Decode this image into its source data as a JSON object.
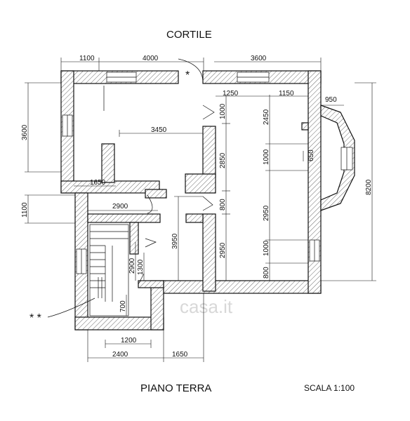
{
  "labels": {
    "top": "CORTILE",
    "bottom": "PIANO TERRA",
    "scale": "SCALA  1:100",
    "star": "*",
    "double_star": "* *",
    "watermark": "casa.it"
  },
  "dimensions": {
    "top_1100": "1100",
    "top_4000": "4000",
    "top_3600": "3600",
    "d_1250": "1250",
    "d_1150": "1150",
    "d_950": "950",
    "d_3450": "3450",
    "d_1650_mid": "1650",
    "d_2900_h": "2900",
    "left_3600": "3600",
    "left_1100": "1100",
    "v_1000_a": "1000",
    "v_2450": "2450",
    "v_2850": "2850",
    "v_1000_b": "1000",
    "v_650": "650",
    "v_800_a": "800",
    "v_2950_a": "2950",
    "v_3950": "3950",
    "v_2950_b": "2950",
    "v_1000_c": "1000",
    "v_800_b": "800",
    "right_8200": "8200",
    "v_2900": "2900",
    "v_1300": "1300",
    "v_700": "700",
    "b_1200": "1200",
    "b_2400": "2400",
    "b_1650": "1650"
  }
}
